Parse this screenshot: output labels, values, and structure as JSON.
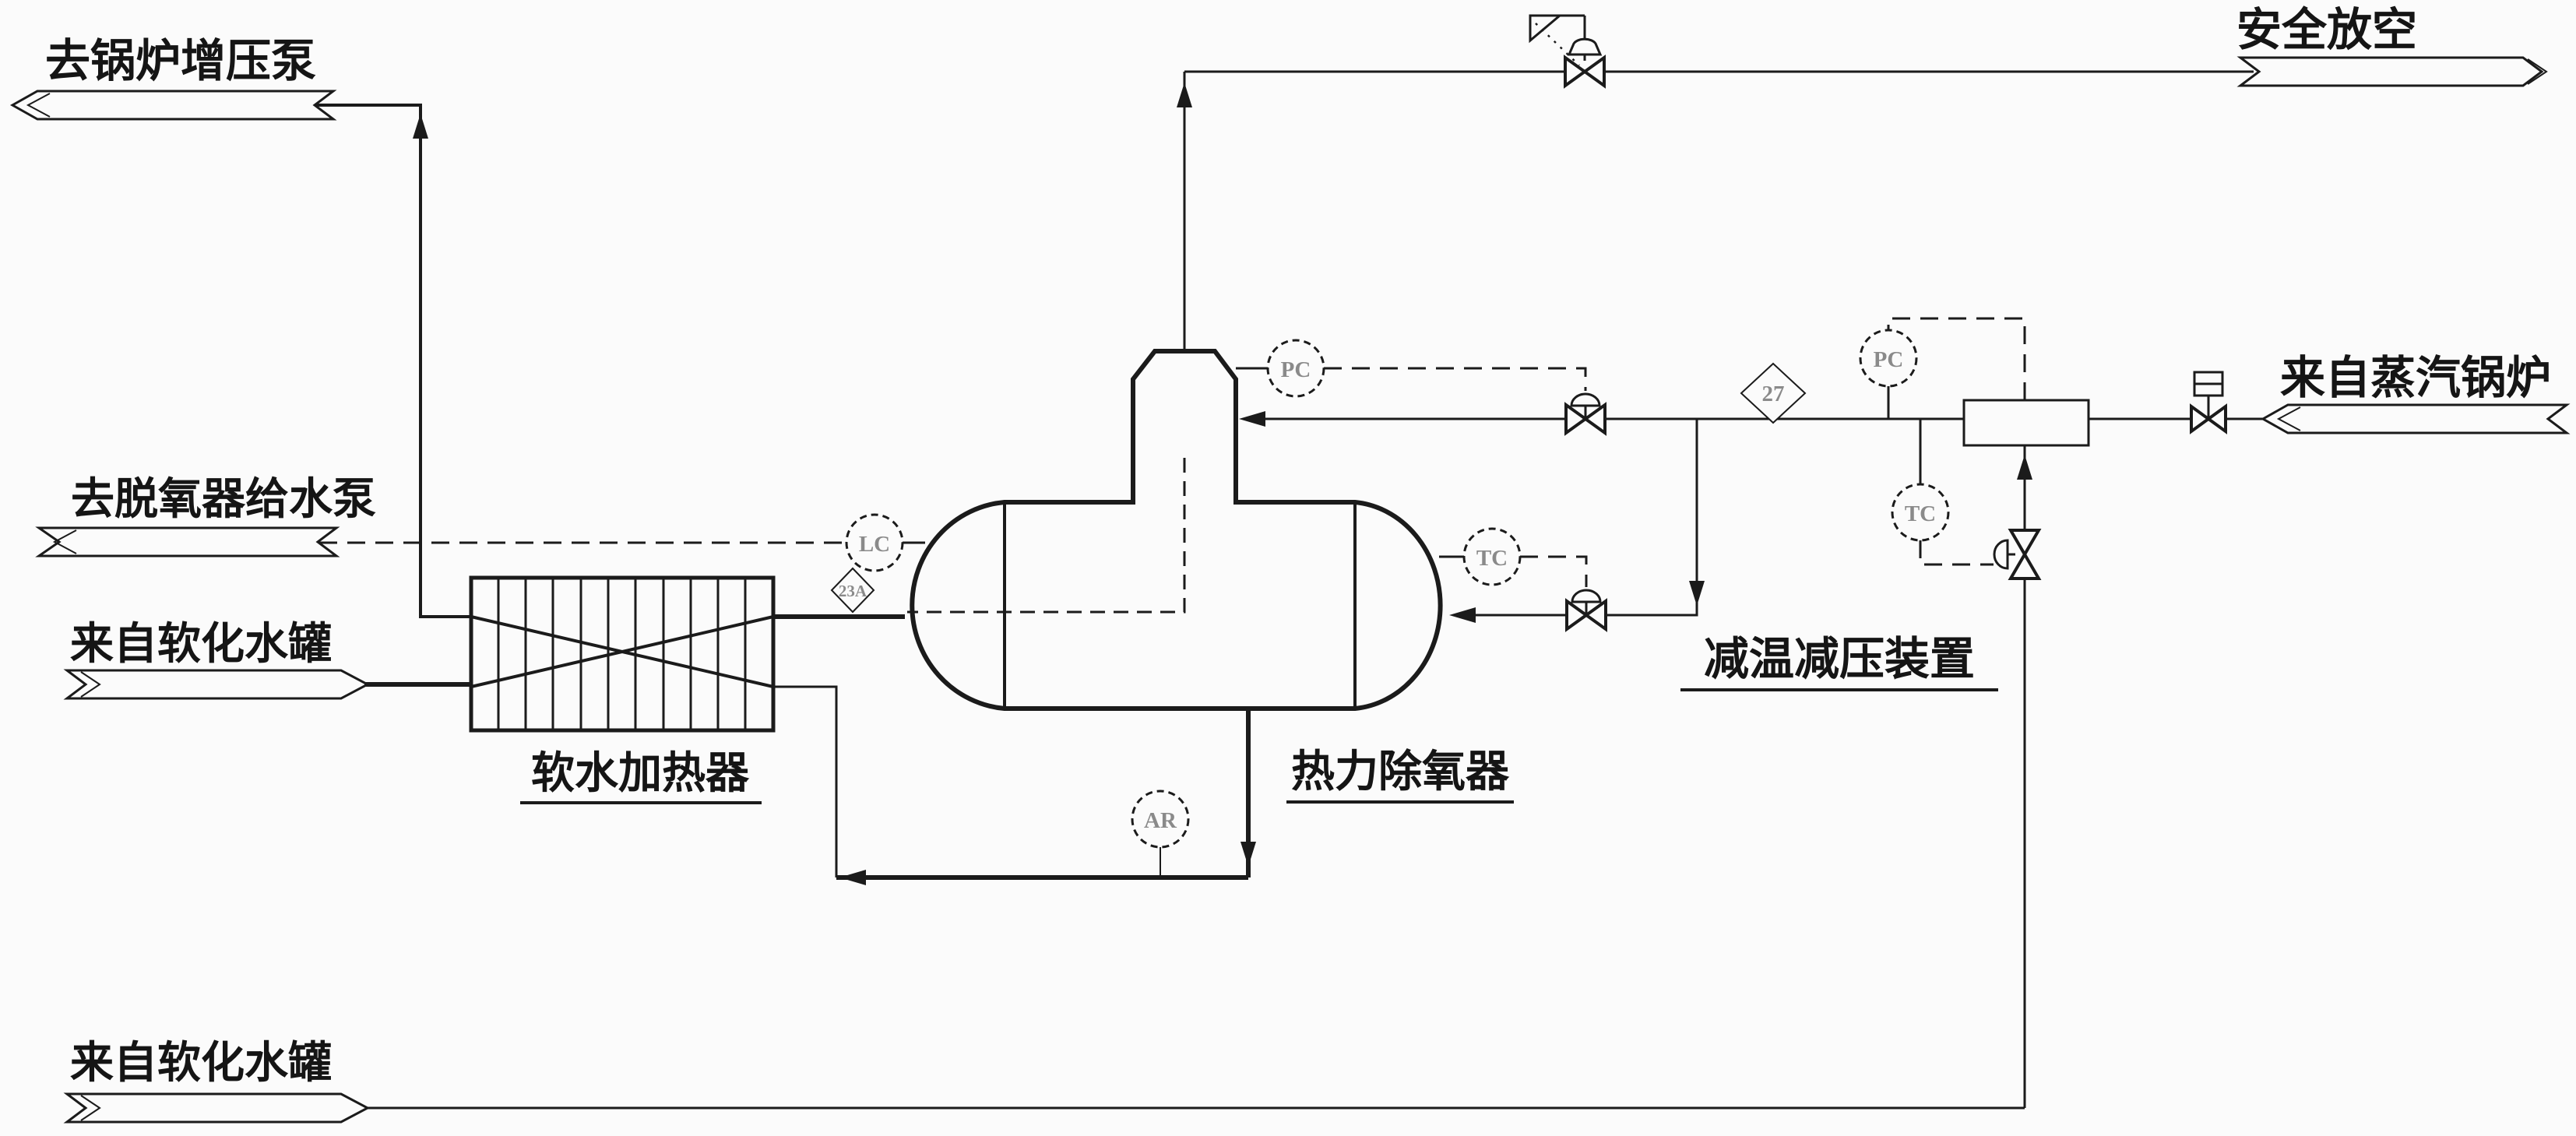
{
  "colors": {
    "ink": "#1b1b1b",
    "background": "#fbfbfb",
    "instrument_text": "#8a8a8a"
  },
  "connectors": {
    "to_boiler_booster_pump": {
      "label": "去锅炉增压泵",
      "direction": "left"
    },
    "safety_vent": {
      "label": "安全放空",
      "direction": "right"
    },
    "to_deaerator_feed_pump": {
      "label": "去脱氧器给水泵",
      "direction": "left"
    },
    "from_softened_water_tank_mid": {
      "label": "来自软化水罐",
      "direction": "right"
    },
    "from_softened_water_tank_bottom": {
      "label": "来自软化水罐",
      "direction": "right"
    },
    "from_steam_boiler": {
      "label": "来自蒸汽锅炉",
      "direction": "left"
    }
  },
  "equipment": {
    "soft_water_heater": {
      "label": "软水加热器"
    },
    "thermal_deaerator": {
      "label": "热力除氧器"
    },
    "desuperheat_pressure_reducer": {
      "label": "减温减压装置"
    }
  },
  "instruments": {
    "level_controller": {
      "tag": "LC"
    },
    "deaerator_pressure_controller": {
      "tag": "PC"
    },
    "deaerator_temp_controller": {
      "tag": "TC"
    },
    "steam_pressure_controller": {
      "tag": "PC"
    },
    "steam_temp_controller": {
      "tag": "TC"
    },
    "analyzer": {
      "tag": "AR"
    }
  },
  "line_tags": {
    "water_line": "23A",
    "steam_line": "27"
  }
}
